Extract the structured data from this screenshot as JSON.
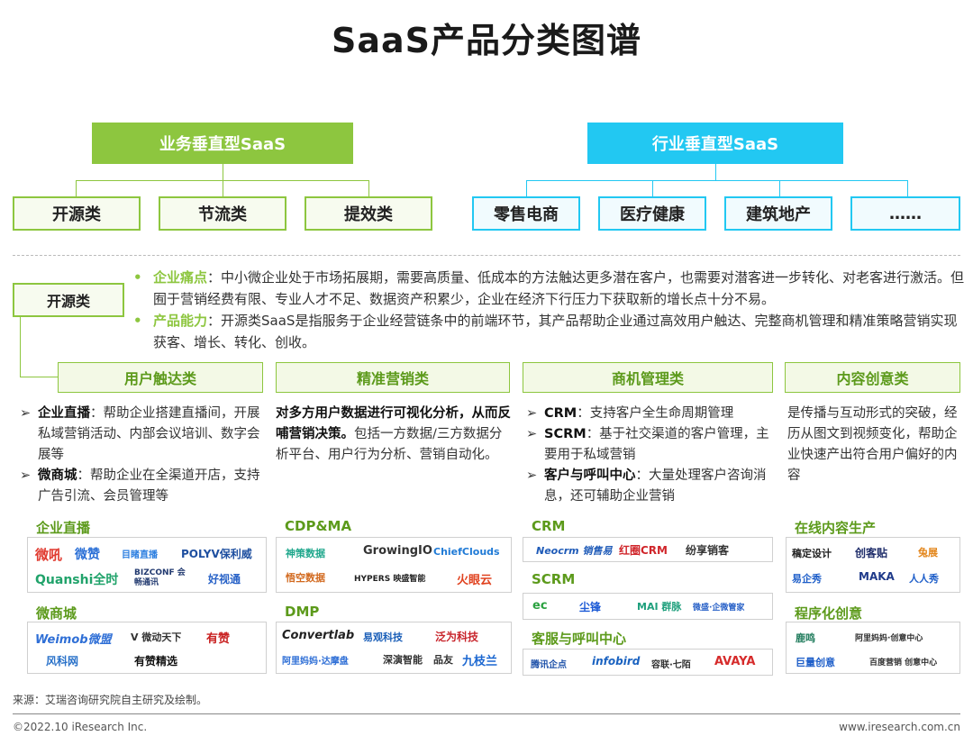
{
  "title": "SaaS产品分类图谱",
  "top_categories": {
    "business": "业务垂直型SaaS",
    "industry": "行业垂直型SaaS"
  },
  "business_subs": [
    "开源类",
    "节流类",
    "提效类"
  ],
  "industry_subs": [
    "零售电商",
    "医疗健康",
    "建筑地产",
    "……"
  ],
  "kaiyuan_label": "开源类",
  "pain_label": "企业痛点",
  "pain_text": "：中小微企业处于市场拓展期，需要高质量、低成本的方法触达更多潜在客户，也需要对潜客进一步转化、对老客进行激活。但囿于营销经费有限、专业人才不足、数据资产积累少，企业在经济下行压力下获取新的增长点十分不易。",
  "ability_label": "产品能力",
  "ability_text": "：开源类SaaS是指服务于企业经营链条中的前端环节，其产品帮助企业通过高效用户触达、完整商机管理和精准策略营销实现获客、增长、转化、创收。",
  "columns": [
    {
      "head": "用户触达类",
      "items": [
        {
          "bold": "企业直播",
          "text": "：帮助企业搭建直播间，开展私域营销活动、内部会议培训、数字会展等"
        },
        {
          "bold": "微商城",
          "text": "：帮助企业在全渠道开店，支持广告引流、会员管理等"
        }
      ]
    },
    {
      "head": "精准营销类",
      "bold_lead": "对多方用户数据进行可视化分析，从而反哺营销决策。",
      "text": "包括一方数据/三方数据分析平台、用户行为分析、营销自动化。"
    },
    {
      "head": "商机管理类",
      "items": [
        {
          "bold": "CRM",
          "text": "：支持客户全生命周期管理"
        },
        {
          "bold": "SCRM",
          "text": "：基于社交渠道的客户管理，主要用于私域营销"
        },
        {
          "bold": "客户与呼叫中心",
          "text": "：大量处理客户咨询消息，还可辅助企业营销"
        }
      ]
    },
    {
      "head": "内容创意类",
      "text": "是传播与互动形式的突破，经历从图文到视频变化，帮助企业快速产出符合用户偏好的内容"
    }
  ],
  "logo_groups": {
    "live": {
      "label": "企业直播",
      "logos": [
        "微吼",
        "微赞",
        "目睹直播",
        "POLYV保利威",
        "Quanshi全时",
        "BIZCONF 会畅通讯",
        "好视通"
      ]
    },
    "mall": {
      "label": "微商城",
      "logos": [
        "Weimob微盟",
        "V 微动天下",
        "有赞",
        "风科网",
        "有赞精选"
      ]
    },
    "cdp": {
      "label": "CDP&MA",
      "logos": [
        "神策数据",
        "GrowingIO",
        "ChiefClouds",
        "悟空数据",
        "HYPERS 映盛智能",
        "火眼云"
      ]
    },
    "dmp": {
      "label": "DMP",
      "logos": [
        "Convertlab",
        "易观科技",
        "泛为科技",
        "阿里妈妈·达摩盘",
        "深演智能",
        "品友",
        "九枝兰"
      ]
    },
    "crm": {
      "label": "CRM",
      "logos": [
        "Neocrm 销售易",
        "红圈CRM",
        "纷享销客"
      ]
    },
    "scrm": {
      "label": "SCRM",
      "logos": [
        "ec",
        "尘锋",
        "MAI 群脉",
        "微盛·企微管家"
      ]
    },
    "call": {
      "label": "客服与呼叫中心",
      "logos": [
        "腾讯企点",
        "infobird",
        "容联·七陌",
        "AVAYA"
      ]
    },
    "content": {
      "label": "在线内容生产",
      "logos": [
        "稿定设计",
        "创客贴",
        "兔展",
        "易企秀",
        "MAKA",
        "人人秀"
      ]
    },
    "program": {
      "label": "程序化创意",
      "logos": [
        "鹿鸣",
        "阿里妈妈·创意中心",
        "巨量创意",
        "百度营销 创意中心"
      ]
    }
  },
  "source": "来源：艾瑞咨询研究院自主研究及绘制。",
  "copyright": "©2022.10 iResearch Inc.",
  "website": "www.iresearch.com.cn",
  "colors": {
    "green": "#8dc63f",
    "blue": "#22c8f2",
    "dark_green": "#5c9a1b"
  }
}
